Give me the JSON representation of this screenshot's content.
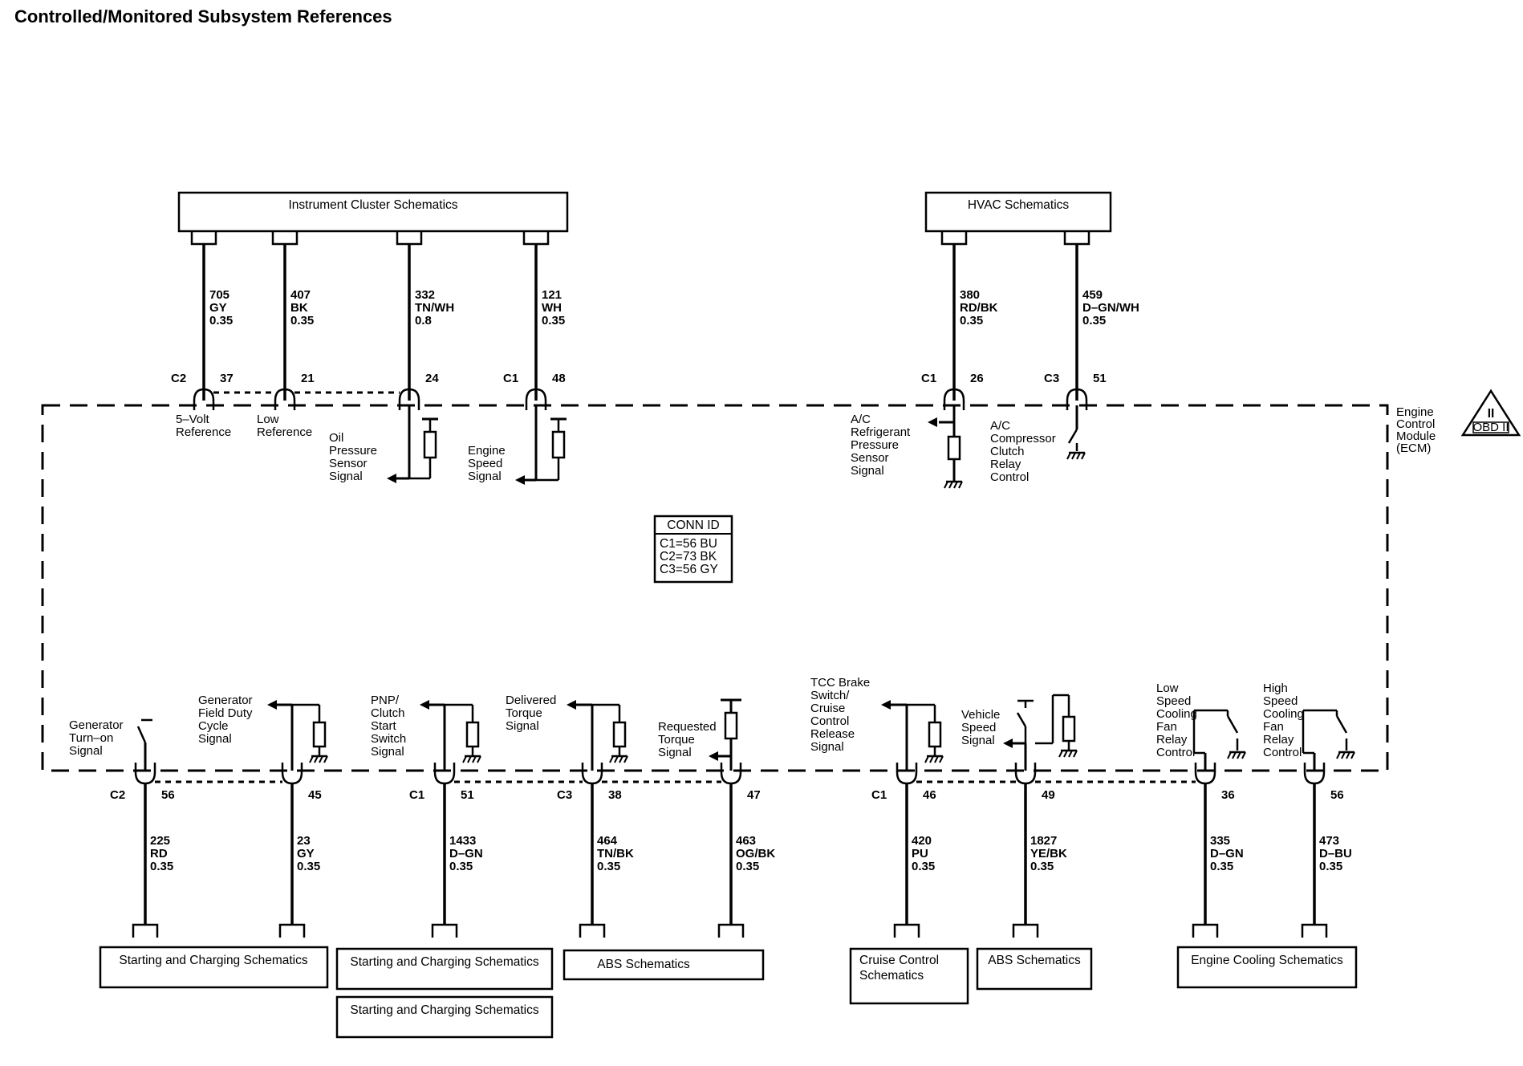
{
  "title": "Controlled/Monitored Subsystem References",
  "module_label": [
    "Engine",
    "Control",
    "Module",
    "(ECM)"
  ],
  "obd_badge": {
    "top": "II",
    "bottom": "OBD II"
  },
  "conn_id": {
    "header": "CONN ID",
    "lines": [
      "C1=56 BU",
      "C2=73 BK",
      "C3=56 GY"
    ]
  },
  "top_boxes": {
    "instrument": "Instrument Cluster Schematics",
    "hvac": "HVAC Schematics"
  },
  "top_wires": [
    {
      "circuit": "705",
      "color": "GY",
      "gauge": "0.35",
      "conn": "C2",
      "pin": "37",
      "label": [
        "5–Volt",
        "Reference"
      ]
    },
    {
      "circuit": "407",
      "color": "BK",
      "gauge": "0.35",
      "conn": "",
      "pin": "21",
      "label": [
        "Low",
        "Reference"
      ]
    },
    {
      "circuit": "332",
      "color": "TN/WH",
      "gauge": "0.8",
      "conn": "",
      "pin": "24",
      "label": [
        "Oil",
        "Pressure",
        "Sensor",
        "Signal"
      ]
    },
    {
      "circuit": "121",
      "color": "WH",
      "gauge": "0.35",
      "conn": "C1",
      "pin": "48",
      "label": [
        "Engine",
        "Speed",
        "Signal"
      ]
    },
    {
      "circuit": "380",
      "color": "RD/BK",
      "gauge": "0.35",
      "conn": "C1",
      "pin": "26",
      "label": [
        "A/C",
        "Refrigerant",
        "Pressure",
        "Sensor",
        "Signal"
      ]
    },
    {
      "circuit": "459",
      "color": "D–GN/WH",
      "gauge": "0.35",
      "conn": "C3",
      "pin": "51",
      "label": [
        "A/C",
        "Compressor",
        "Clutch",
        "Relay",
        "Control"
      ]
    }
  ],
  "bottom_wires": [
    {
      "circuit": "225",
      "color": "RD",
      "gauge": "0.35",
      "conn": "C2",
      "pin": "56",
      "label": [
        "Generator",
        "Turn–on",
        "Signal"
      ]
    },
    {
      "circuit": "23",
      "color": "GY",
      "gauge": "0.35",
      "conn": "",
      "pin": "45",
      "label": [
        "Generator",
        "Field Duty",
        "Cycle",
        "Signal"
      ]
    },
    {
      "circuit": "1433",
      "color": "D–GN",
      "gauge": "0.35",
      "conn": "C1",
      "pin": "51",
      "label": [
        "PNP/",
        "Clutch",
        "Start",
        "Switch",
        "Signal"
      ]
    },
    {
      "circuit": "464",
      "color": "TN/BK",
      "gauge": "0.35",
      "conn": "C3",
      "pin": "38",
      "label": [
        "Delivered",
        "Torque",
        "Signal"
      ]
    },
    {
      "circuit": "463",
      "color": "OG/BK",
      "gauge": "0.35",
      "conn": "",
      "pin": "47",
      "label": [
        "Requested",
        "Torque",
        "Signal"
      ]
    },
    {
      "circuit": "420",
      "color": "PU",
      "gauge": "0.35",
      "conn": "C1",
      "pin": "46",
      "label": [
        "TCC Brake",
        "Switch/",
        "Cruise",
        "Control",
        "Release",
        "Signal"
      ]
    },
    {
      "circuit": "1827",
      "color": "YE/BK",
      "gauge": "0.35",
      "conn": "",
      "pin": "49",
      "label": [
        "Vehicle",
        "Speed",
        "Signal"
      ]
    },
    {
      "circuit": "335",
      "color": "D–GN",
      "gauge": "0.35",
      "conn": "",
      "pin": "36",
      "label": [
        "Low",
        "Speed",
        "Cooling",
        "Fan",
        "Relay",
        "Control"
      ]
    },
    {
      "circuit": "473",
      "color": "D–BU",
      "gauge": "0.35",
      "conn": "",
      "pin": "56",
      "label": [
        "High",
        "Speed",
        "Cooling",
        "Fan",
        "Relay",
        "Control"
      ]
    }
  ],
  "bottom_boxes": {
    "starting1": "Starting and Charging Schematics",
    "starting2": "Starting and Charging Schematics",
    "starting3": "Starting and Charging Schematics",
    "abs1": "ABS Schematics",
    "cruise": [
      "Cruise Control",
      "Schematics"
    ],
    "abs2": "ABS Schematics",
    "cooling": "Engine Cooling Schematics"
  }
}
